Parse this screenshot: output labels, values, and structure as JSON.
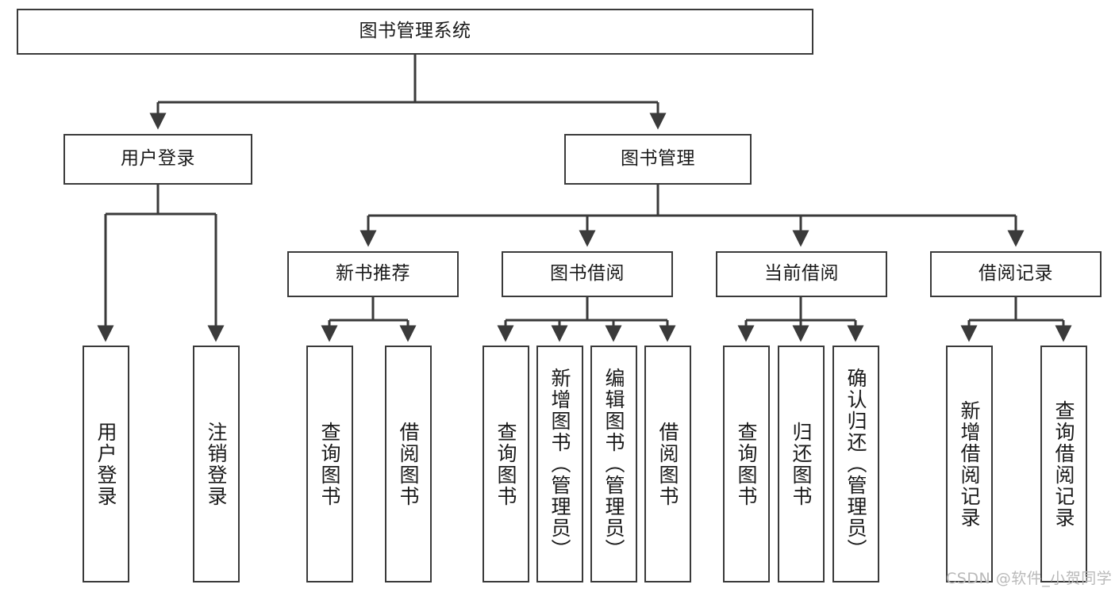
{
  "diagram": {
    "title_node": {
      "label": "图书管理系统"
    },
    "level2": [
      {
        "id": "user-login",
        "label": "用户登录"
      },
      {
        "id": "book-manage",
        "label": "图书管理"
      }
    ],
    "level3": [
      {
        "id": "new-book-rec",
        "label": "新书推荐"
      },
      {
        "id": "book-borrow",
        "label": "图书借阅"
      },
      {
        "id": "current-borrow",
        "label": "当前借阅"
      },
      {
        "id": "borrow-record",
        "label": "借阅记录"
      }
    ],
    "leaves": {
      "user_login": [
        {
          "id": "leaf-user-login",
          "label": "用户登录"
        },
        {
          "id": "leaf-logout-login",
          "label": "注销登录"
        }
      ],
      "new_book_rec": [
        {
          "id": "leaf-query-book-1",
          "label": "查询图书"
        },
        {
          "id": "leaf-borrow-book-1",
          "label": "借阅图书"
        }
      ],
      "book_borrow": [
        {
          "id": "leaf-query-book-2",
          "label": "查询图书"
        },
        {
          "id": "leaf-add-book",
          "label": "新增图书（管理员）"
        },
        {
          "id": "leaf-edit-book",
          "label": "编辑图书（管理员）"
        },
        {
          "id": "leaf-borrow-book-2",
          "label": "借阅图书"
        }
      ],
      "current_borrow": [
        {
          "id": "leaf-query-book-3",
          "label": "查询图书"
        },
        {
          "id": "leaf-return-book",
          "label": "归还图书"
        },
        {
          "id": "leaf-confirm-return",
          "label": "确认归还（管理员）"
        }
      ],
      "borrow_record": [
        {
          "id": "leaf-add-record",
          "label": "新增借阅记录"
        },
        {
          "id": "leaf-query-record",
          "label": "查询借阅记录"
        }
      ]
    },
    "watermark": "CSDN @软件_小贺同学",
    "colors": {
      "stroke": "#3a3a3a",
      "fill": "#ffffff",
      "text": "#1a1a1a",
      "watermark": "#b9b9b9"
    }
  }
}
